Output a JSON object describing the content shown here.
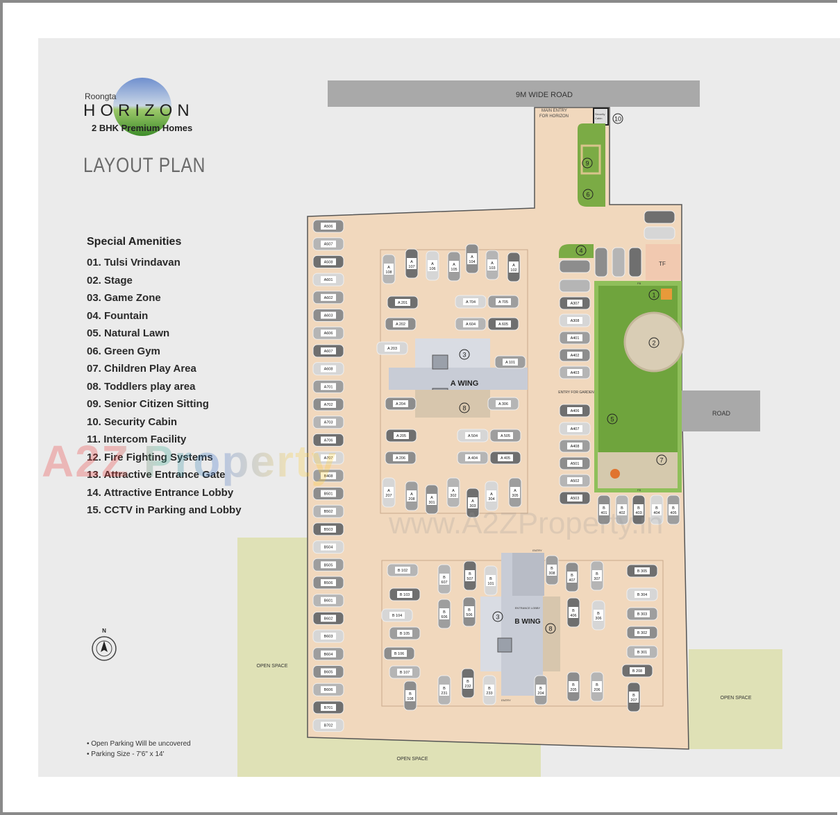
{
  "brand": {
    "company": "Roongta",
    "project": "HORIZON",
    "tagline": "2 BHK Premium Homes"
  },
  "title": "LAYOUT PLAN",
  "amenities": {
    "heading": "Special Amenities",
    "items": [
      "01. Tulsi Vrindavan",
      "02. Stage",
      "03. Game Zone",
      "04. Fountain",
      "05. Natural Lawn",
      "06. Green Gym",
      "07. Children Play Area",
      "08. Toddlers play area",
      "09. Senior Citizen Sitting",
      "10. Security Cabin",
      "11. Intercom Facility",
      "12. Fire Fighting Systems",
      "13. Attractive Entrance Gate",
      "14. Attractive Entrance Lobby",
      "15. CCTV in Parking and Lobby"
    ]
  },
  "notes": [
    "• Open Parking Will be uncovered",
    "• Parking Size - 7'6\" x 14'"
  ],
  "compass": "N",
  "labels": {
    "road_top": "9M WIDE ROAD",
    "main_entry": [
      "MAIN ENTRY",
      "FOR HORIZON"
    ],
    "security_cabin": [
      "Security",
      "Cabin"
    ],
    "road_right": "ROAD",
    "open_space": "OPEN SPACE",
    "a_wing": "A WING",
    "b_wing": "B WING",
    "entrance_lobby": "ENTRANCE LOBBY",
    "entry": "ENTRY",
    "entry_for_garden": "ENTRY FOR GARDEN",
    "tf": "TF",
    "fb": "FB"
  },
  "markers": {
    "m1": "1",
    "m2": "2",
    "m3": "3",
    "m4": "4",
    "m5": "5",
    "m6": "6",
    "m7": "7",
    "m8": "8",
    "m9": "9",
    "m10": "10"
  },
  "parking": {
    "left_column": [
      "A506",
      "A507",
      "A508",
      "A601",
      "A602",
      "A603",
      "A606",
      "A607",
      "A608",
      "A701",
      "A702",
      "A703",
      "A706",
      "A707",
      "B408",
      "B501",
      "B502",
      "B503",
      "B504",
      "B505",
      "B506",
      "B601",
      "B602",
      "B603",
      "B604",
      "B605",
      "B606",
      "B701",
      "B702"
    ],
    "a_wing_top": [
      "A 108",
      "A 107",
      "A 106",
      "A 105",
      "A 104",
      "A 103",
      "A 102"
    ],
    "a_wing_mid": [
      "A 201",
      "A 704",
      "A 705",
      "A 202",
      "A 604",
      "A 605",
      "A 203",
      "A 101",
      "A 204",
      "A 306",
      "A 205",
      "A 504",
      "A 505",
      "A 206",
      "A 404",
      "A 405"
    ],
    "a_wing_bottom": [
      "A 207",
      "A 208",
      "A 301",
      "A 302",
      "A 303",
      "A 304",
      "A 305"
    ],
    "garden_column": [
      "",
      "",
      "A307",
      "A308",
      "A401",
      "A402",
      "A403",
      "A406",
      "A407",
      "A408",
      "A501",
      "A502",
      "A503"
    ],
    "garden_bottom": [
      "B 401",
      "B 402",
      "B 403",
      "B 404",
      "B 405"
    ],
    "b_wing_vertical": [
      "B 108",
      "B 607",
      "B 507",
      "B 101",
      "B 606",
      "B 506",
      "B 231",
      "B 232",
      "B 233",
      "B 308",
      "B 407",
      "B 307",
      "B 406",
      "B 306",
      "B 204",
      "B 205",
      "B 206",
      "B 207"
    ],
    "b_wing_horizontal": [
      "B 102",
      "B 103",
      "B 104",
      "B 105",
      "B 106",
      "B 107",
      "B 305",
      "B 304",
      "B 303",
      "B 302",
      "B 301",
      "B 208"
    ]
  },
  "watermark": {
    "logo": "A2Z Property",
    "url": "www.A2ZProperty.in"
  },
  "colors": {
    "site": "#f1d8bd",
    "lawn": "#7bab45",
    "road": "#a9a9a9",
    "open_space": "#dfe1b6",
    "building": "#c8ccd6",
    "panel": "#ebebeb"
  }
}
